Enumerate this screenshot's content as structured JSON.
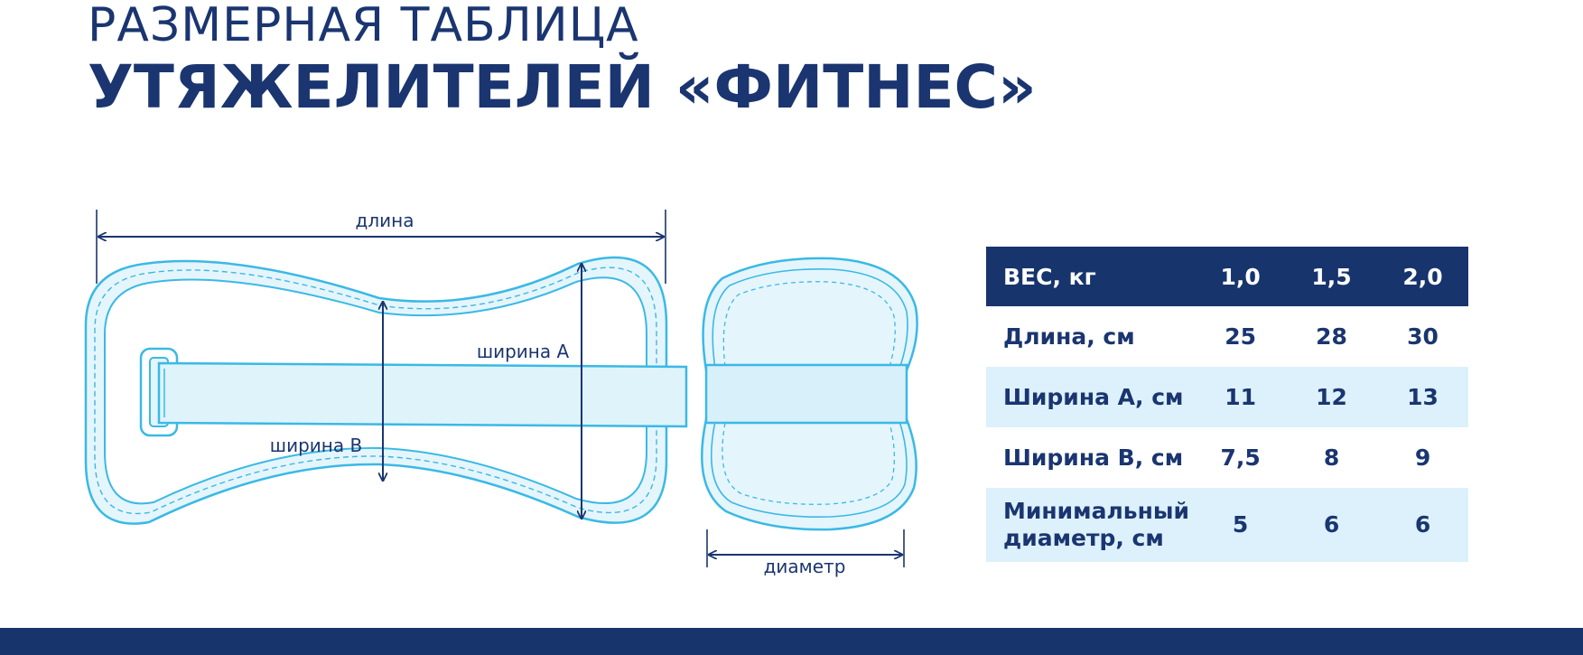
{
  "header": {
    "title_line1": "РАЗМЕРНАЯ ТАБЛИЦА",
    "title_line2": "УТЯЖЕЛИТЕЛЕЙ «ФИТНЕС»"
  },
  "diagram": {
    "length_label": "длина",
    "width_a_label": "ширина А",
    "width_b_label": "ширина В",
    "diameter_label": "диаметр"
  },
  "table": {
    "header": [
      "ВЕС, кг",
      "1,0",
      "1,5",
      "2,0"
    ],
    "rows": [
      {
        "label": "Длина, см",
        "values": [
          "25",
          "28",
          "30"
        ]
      },
      {
        "label": "Ширина А, см",
        "values": [
          "11",
          "12",
          "13"
        ]
      },
      {
        "label": "Ширина В, см",
        "values": [
          "7,5",
          "8",
          "9"
        ]
      },
      {
        "label_line1": "Минимальный",
        "label_line2": "диаметр, см",
        "values": [
          "5",
          "6",
          "6"
        ]
      }
    ]
  },
  "colors": {
    "navy": "#17346d",
    "light_blue": "#dcf1fb",
    "outline_cyan": "#39b8e4"
  }
}
